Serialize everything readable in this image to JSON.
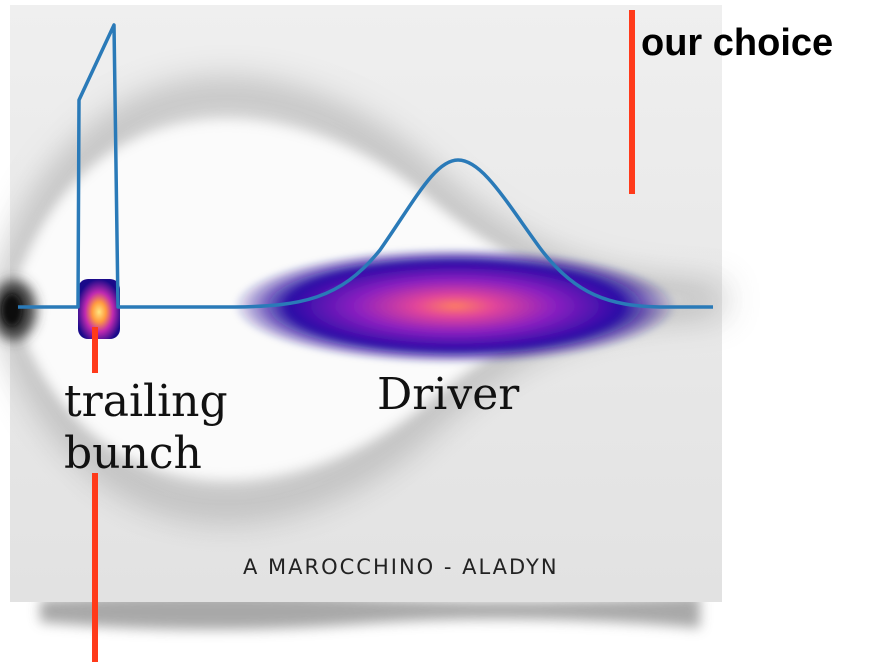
{
  "labels": {
    "choice": "our choice",
    "trailing_line1": "trailing",
    "trailing_line2": "bunch",
    "driver": "Driver",
    "credit": "A MAROCCHINO - ALADYN"
  },
  "colors": {
    "marker": "#ff3a1a",
    "profile_line": "#2a7ab8",
    "panel_background": "#e6e6e6",
    "bunch_core": "#ffe680",
    "bunch_edge": "#1a0a8a"
  }
}
